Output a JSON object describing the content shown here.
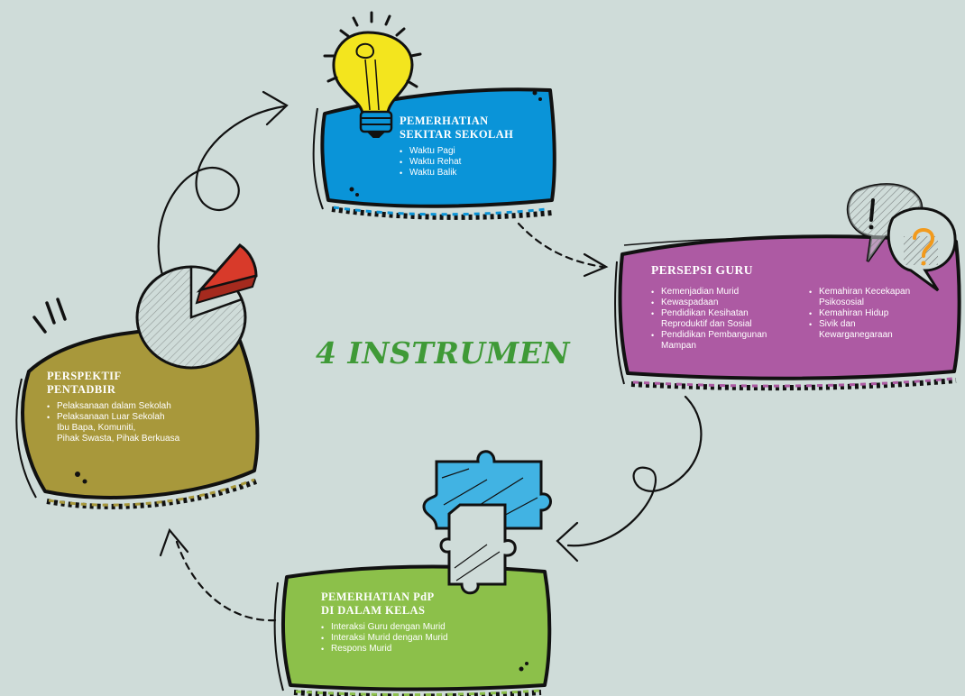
{
  "title": "4 INSTRUMEN",
  "colors": {
    "background": "#cfdcd9",
    "blue": "#0a94d8",
    "purple": "#ad5aa3",
    "green": "#8cc04a",
    "olive": "#a8983b",
    "title_green": "#3f9a37"
  },
  "panels": {
    "sekolah": {
      "title_lines": [
        "PEMERHATIAN",
        "SEKITAR SEKOLAH"
      ],
      "items": [
        "Waktu Pagi",
        "Waktu Rehat",
        "Waktu Balik"
      ],
      "icon": "lightbulb-icon"
    },
    "guru": {
      "title": "PERSEPSI GURU",
      "col1": [
        {
          "text": "Kemenjadian Murid",
          "bullet": true
        },
        {
          "text": "Kewaspadaan",
          "bullet": true
        },
        {
          "text": "Pendidikan Kesihatan",
          "bullet": true
        },
        {
          "text": "Reproduktif dan Sosial",
          "bullet": false
        },
        {
          "text": "Pendidikan Pembangunan",
          "bullet": true
        },
        {
          "text": "Mampan",
          "bullet": false
        }
      ],
      "col2": [
        {
          "text": "Kemahiran Kecekapan",
          "bullet": true
        },
        {
          "text": "Psikososial",
          "bullet": false
        },
        {
          "text": "Kemahiran Hidup",
          "bullet": true
        },
        {
          "text": "Sivik dan",
          "bullet": true
        },
        {
          "text": "Kewarganegaraan",
          "bullet": false
        }
      ],
      "icon": "speech-bubbles-icon"
    },
    "pdp": {
      "title_lines": [
        "PEMERHATIAN PdP",
        "DI DALAM KELAS"
      ],
      "items": [
        "Interaksi Guru dengan Murid",
        "Interaksi Murid dengan Murid",
        "Respons Murid"
      ],
      "icon": "puzzle-icon"
    },
    "pentadbir": {
      "title_lines": [
        "PERSPEKTIF",
        "PENTADBIR"
      ],
      "items": [
        {
          "text": "Pelaksanaan dalam Sekolah",
          "bullet": true
        },
        {
          "text": "Pelaksanaan Luar Sekolah",
          "bullet": true
        },
        {
          "text": "Ibu Bapa, Komuniti,",
          "bullet": false
        },
        {
          "text": "Pihak Swasta, Pihak Berkuasa",
          "bullet": false
        }
      ],
      "icon": "pie-chart-icon"
    }
  }
}
